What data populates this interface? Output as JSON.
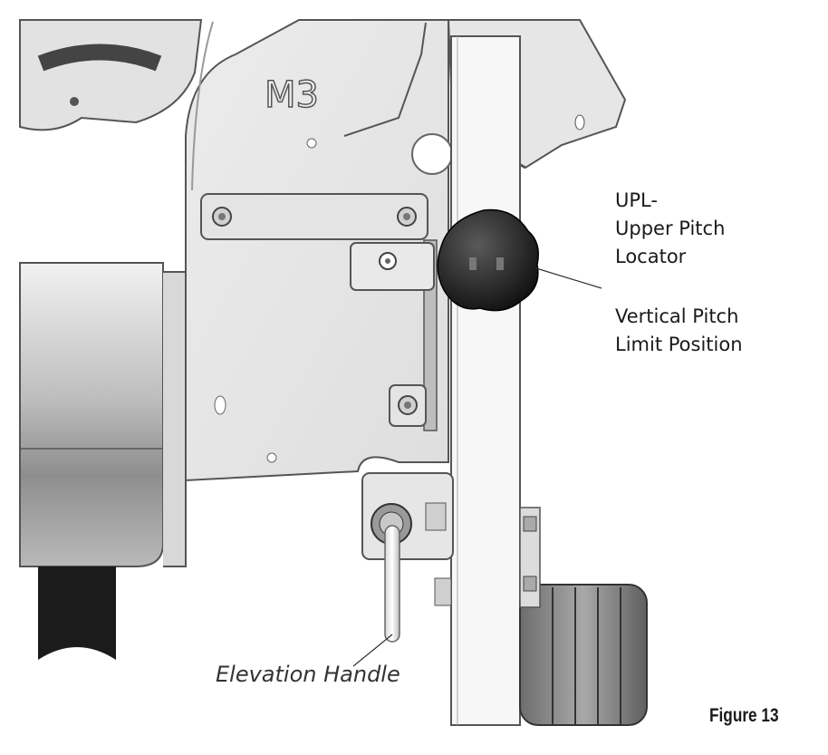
{
  "callouts": {
    "upl": [
      "UPL-",
      "Upper Pitch",
      "Locator"
    ],
    "vertical_pitch": [
      "Vertical Pitch",
      "Limit Position"
    ],
    "elevation_handle": "Elevation Handle"
  },
  "part_marking": "M3",
  "figure_caption": "Figure 13",
  "colors": {
    "metal_light": "#e9e9e9",
    "metal_mid": "#c8c8c8",
    "metal_dark": "#8a8a8a",
    "outline": "#555555",
    "knob": "#1e1e1e",
    "text": "#1a1a1a"
  }
}
